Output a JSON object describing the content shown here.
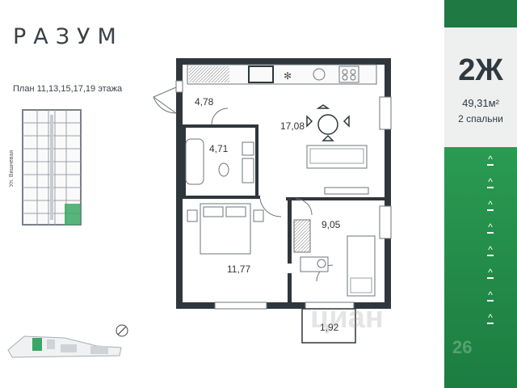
{
  "brand": {
    "logo": "РАЗУМ"
  },
  "floor_plan": {
    "label": "План 11,13,15,17,19 этажа",
    "street": "Ул. Вишневая"
  },
  "apartment": {
    "type": "2Ж",
    "area": "49,31м²",
    "bedrooms": "2 спальни"
  },
  "rooms": [
    {
      "name": "hall",
      "area": "4,78"
    },
    {
      "name": "kitchen-living",
      "area": "17,08"
    },
    {
      "name": "bathroom",
      "area": "4,71"
    },
    {
      "name": "bedroom-1",
      "area": "11,77"
    },
    {
      "name": "bedroom-2",
      "area": "9,05"
    },
    {
      "name": "balcony",
      "area": "1,92"
    }
  ],
  "watermark": "циан",
  "watermark_number": "26",
  "colors": {
    "accent_green": "#1e7a42",
    "wall": "#2f373c",
    "panel_bg": "#eef0ef"
  }
}
